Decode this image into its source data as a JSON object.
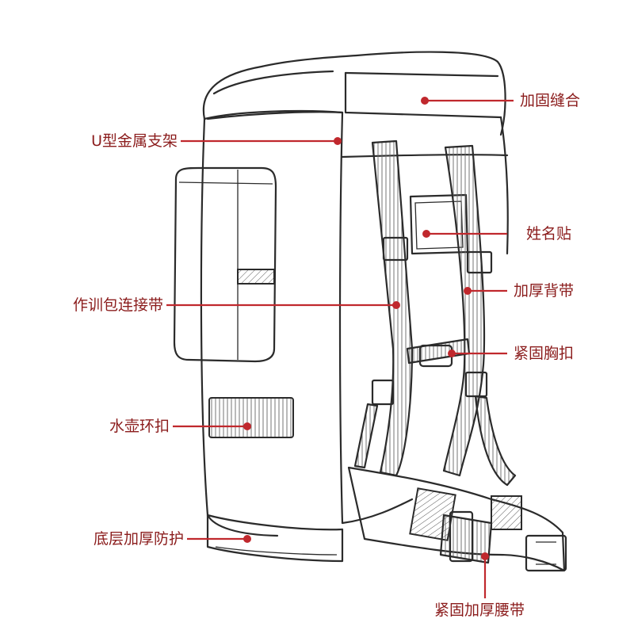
{
  "colors": {
    "label": "#8b1c1c",
    "leader": "#c0282d",
    "ink": "#2b2b2b"
  },
  "callouts": {
    "reinforced_seam": "加固缝合",
    "u_frame": "U型金属支架",
    "name_patch": "姓名贴",
    "padded_shoulder_strap": "加厚背带",
    "training_bag_strap": "作训包连接带",
    "chest_buckle": "紧固胸扣",
    "bottle_loop": "水壶环扣",
    "bottom_padding": "底层加厚防护",
    "waist_belt": "紧固加厚腰带"
  }
}
